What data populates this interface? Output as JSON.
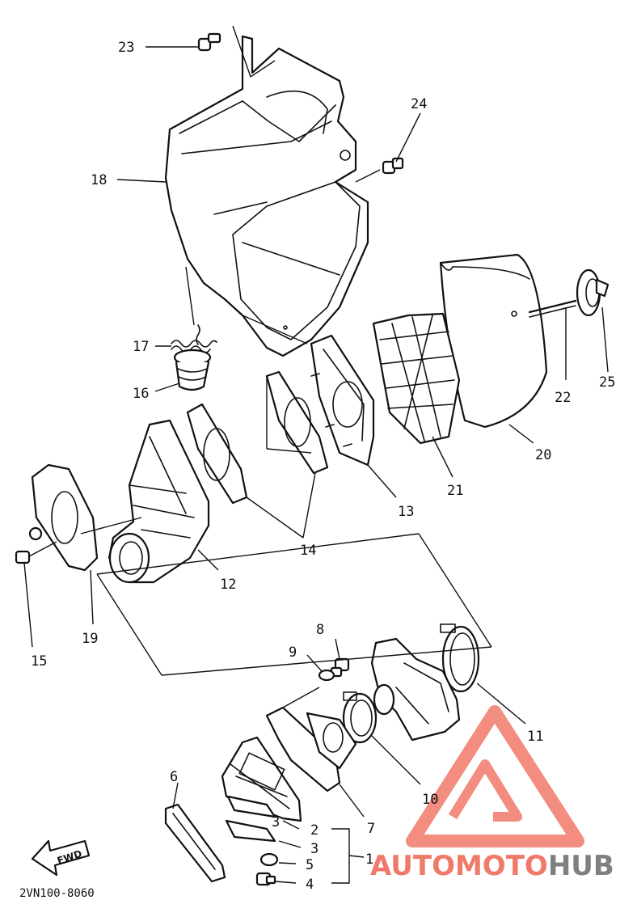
{
  "diagram": {
    "code": "2VN100-8060",
    "fwd_label": "FWD",
    "callouts": [
      {
        "id": "c1",
        "label": "1"
      },
      {
        "id": "c2",
        "label": "2"
      },
      {
        "id": "c3a",
        "label": "3"
      },
      {
        "id": "c3b",
        "label": "3"
      },
      {
        "id": "c4",
        "label": "4"
      },
      {
        "id": "c5",
        "label": "5"
      },
      {
        "id": "c6",
        "label": "6"
      },
      {
        "id": "c7",
        "label": "7"
      },
      {
        "id": "c8",
        "label": "8"
      },
      {
        "id": "c9",
        "label": "9"
      },
      {
        "id": "c10",
        "label": "10"
      },
      {
        "id": "c11",
        "label": "11"
      },
      {
        "id": "c12",
        "label": "12"
      },
      {
        "id": "c13",
        "label": "13"
      },
      {
        "id": "c14",
        "label": "14"
      },
      {
        "id": "c15",
        "label": "15"
      },
      {
        "id": "c16",
        "label": "16"
      },
      {
        "id": "c17",
        "label": "17"
      },
      {
        "id": "c18",
        "label": "18"
      },
      {
        "id": "c19",
        "label": "19"
      },
      {
        "id": "c20",
        "label": "20"
      },
      {
        "id": "c21",
        "label": "21"
      },
      {
        "id": "c22",
        "label": "22"
      },
      {
        "id": "c23",
        "label": "23"
      },
      {
        "id": "c24",
        "label": "24"
      },
      {
        "id": "c25",
        "label": "25"
      }
    ]
  },
  "watermark": {
    "part1": "AUTOMOTO",
    "part2": "HUB",
    "color_primary": "#f07a6a",
    "color_secondary": "#7f7f7f"
  }
}
